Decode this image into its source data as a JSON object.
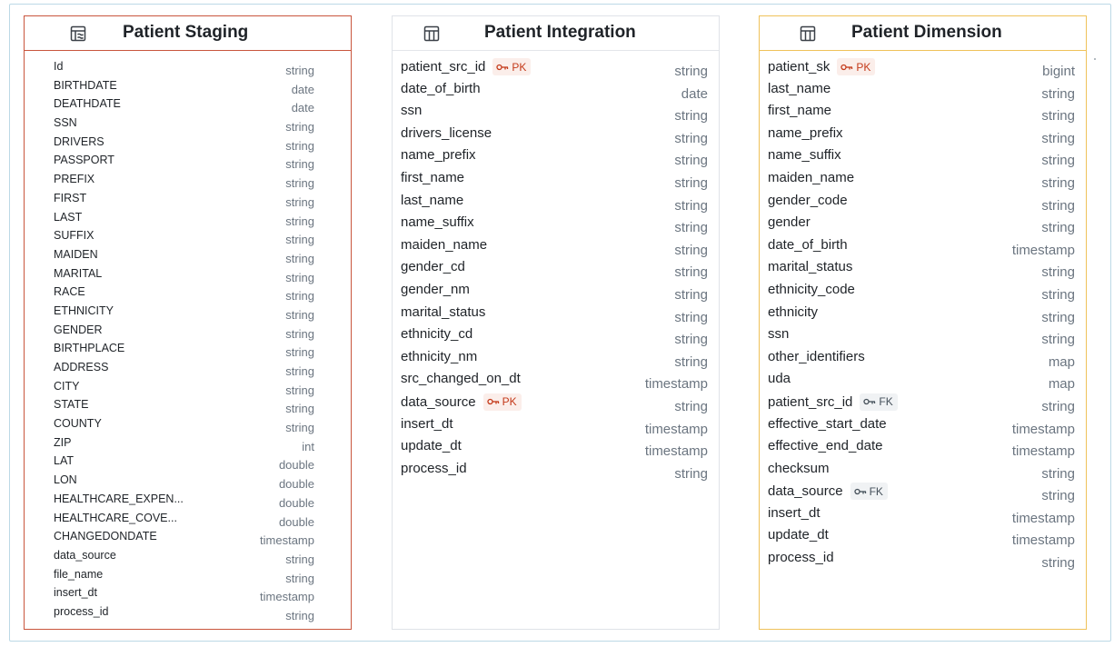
{
  "tables": {
    "staging": {
      "title": "Patient Staging",
      "icon": "staging-table-icon",
      "border_color": "#c9553d",
      "fields": [
        {
          "name": "Id",
          "type": "string"
        },
        {
          "name": "BIRTHDATE",
          "type": "date"
        },
        {
          "name": "DEATHDATE",
          "type": "date"
        },
        {
          "name": "SSN",
          "type": "string"
        },
        {
          "name": "DRIVERS",
          "type": "string"
        },
        {
          "name": "PASSPORT",
          "type": "string"
        },
        {
          "name": "PREFIX",
          "type": "string"
        },
        {
          "name": "FIRST",
          "type": "string"
        },
        {
          "name": "LAST",
          "type": "string"
        },
        {
          "name": "SUFFIX",
          "type": "string"
        },
        {
          "name": "MAIDEN",
          "type": "string"
        },
        {
          "name": "MARITAL",
          "type": "string"
        },
        {
          "name": "RACE",
          "type": "string"
        },
        {
          "name": "ETHNICITY",
          "type": "string"
        },
        {
          "name": "GENDER",
          "type": "string"
        },
        {
          "name": "BIRTHPLACE",
          "type": "string"
        },
        {
          "name": "ADDRESS",
          "type": "string"
        },
        {
          "name": "CITY",
          "type": "string"
        },
        {
          "name": "STATE",
          "type": "string"
        },
        {
          "name": "COUNTY",
          "type": "string"
        },
        {
          "name": "ZIP",
          "type": "int"
        },
        {
          "name": "LAT",
          "type": "double"
        },
        {
          "name": "LON",
          "type": "double"
        },
        {
          "name": "HEALTHCARE_EXPEN...",
          "type": "double"
        },
        {
          "name": "HEALTHCARE_COVE...",
          "type": "double"
        },
        {
          "name": "CHANGEDONDATE",
          "type": "timestamp"
        },
        {
          "name": "data_source",
          "type": "string"
        },
        {
          "name": "file_name",
          "type": "string"
        },
        {
          "name": "insert_dt",
          "type": "timestamp"
        },
        {
          "name": "process_id",
          "type": "string"
        }
      ]
    },
    "integration": {
      "title": "Patient Integration",
      "icon": "table-icon",
      "fields": [
        {
          "name": "patient_src_id",
          "type": "string",
          "key": "PK"
        },
        {
          "name": "date_of_birth",
          "type": "date"
        },
        {
          "name": "ssn",
          "type": "string"
        },
        {
          "name": "drivers_license",
          "type": "string"
        },
        {
          "name": "name_prefix",
          "type": "string"
        },
        {
          "name": "first_name",
          "type": "string"
        },
        {
          "name": "last_name",
          "type": "string"
        },
        {
          "name": "name_suffix",
          "type": "string"
        },
        {
          "name": "maiden_name",
          "type": "string"
        },
        {
          "name": "gender_cd",
          "type": "string"
        },
        {
          "name": "gender_nm",
          "type": "string"
        },
        {
          "name": "marital_status",
          "type": "string"
        },
        {
          "name": "ethnicity_cd",
          "type": "string"
        },
        {
          "name": "ethnicity_nm",
          "type": "string"
        },
        {
          "name": "src_changed_on_dt",
          "type": "timestamp"
        },
        {
          "name": "data_source",
          "type": "string",
          "key": "PK"
        },
        {
          "name": "insert_dt",
          "type": "timestamp"
        },
        {
          "name": "update_dt",
          "type": "timestamp"
        },
        {
          "name": "process_id",
          "type": "string"
        }
      ]
    },
    "dimension": {
      "title": "Patient Dimension",
      "icon": "table-icon",
      "border_color": "#efc25a",
      "fields": [
        {
          "name": "patient_sk",
          "type": "bigint",
          "key": "PK"
        },
        {
          "name": "last_name",
          "type": "string"
        },
        {
          "name": "first_name",
          "type": "string"
        },
        {
          "name": "name_prefix",
          "type": "string"
        },
        {
          "name": "name_suffix",
          "type": "string"
        },
        {
          "name": "maiden_name",
          "type": "string"
        },
        {
          "name": "gender_code",
          "type": "string"
        },
        {
          "name": "gender",
          "type": "string"
        },
        {
          "name": "date_of_birth",
          "type": "timestamp"
        },
        {
          "name": "marital_status",
          "type": "string"
        },
        {
          "name": "ethnicity_code",
          "type": "string"
        },
        {
          "name": "ethnicity",
          "type": "string"
        },
        {
          "name": "ssn",
          "type": "string"
        },
        {
          "name": "other_identifiers",
          "type": "map"
        },
        {
          "name": "uda",
          "type": "map"
        },
        {
          "name": "patient_src_id",
          "type": "string",
          "key": "FK"
        },
        {
          "name": "effective_start_date",
          "type": "timestamp"
        },
        {
          "name": "effective_end_date",
          "type": "timestamp"
        },
        {
          "name": "checksum",
          "type": "string"
        },
        {
          "name": "data_source",
          "type": "string",
          "key": "FK"
        },
        {
          "name": "insert_dt",
          "type": "timestamp"
        },
        {
          "name": "update_dt",
          "type": "timestamp"
        },
        {
          "name": "process_id",
          "type": "string"
        }
      ]
    }
  },
  "colors": {
    "pk_badge_text": "#c43a1a",
    "pk_badge_bg": "#fbeeea",
    "fk_badge_text": "#45505a",
    "fk_badge_bg": "#f0f2f4",
    "type_text": "#6b7580"
  }
}
